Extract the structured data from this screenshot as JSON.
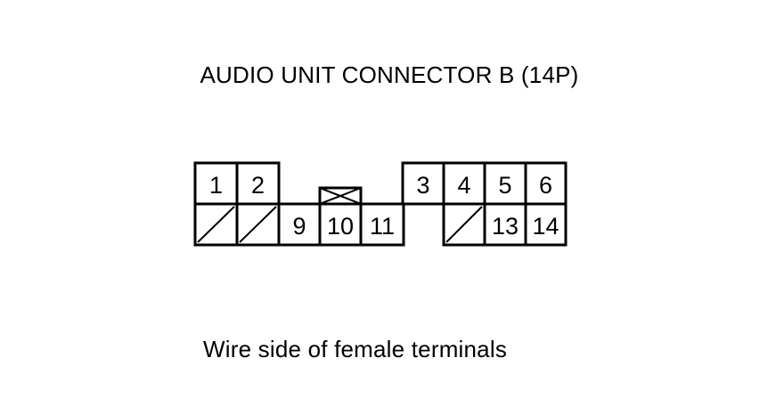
{
  "diagram": {
    "title": "AUDIO UNIT CONNECTOR B (14P)",
    "caption": "Wire side of female terminals",
    "line_color": "#000000",
    "background": "#ffffff",
    "terminals": {
      "t1": "1",
      "t2": "2",
      "t3": "3",
      "t4": "4",
      "t5": "5",
      "t6": "6",
      "t9": "9",
      "t10": "10",
      "t11": "11",
      "t13": "13",
      "t14": "14"
    }
  }
}
